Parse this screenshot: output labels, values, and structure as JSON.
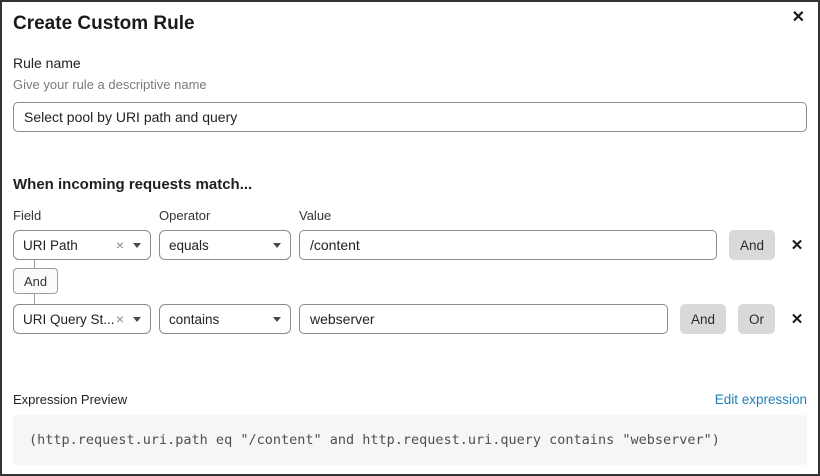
{
  "modal": {
    "title": "Create Custom Rule"
  },
  "icons": {
    "close": "✕",
    "remove_row": "✕",
    "clear_selection": "×"
  },
  "rule_name": {
    "label": "Rule name",
    "description": "Give your rule a descriptive name",
    "value": "Select pool by URI path and query"
  },
  "match_section": {
    "heading": "When incoming requests match...",
    "columns": {
      "field": "Field",
      "operator": "Operator",
      "value": "Value"
    },
    "connector_label": "And",
    "rows": [
      {
        "field": "URI Path",
        "operator": "equals",
        "value": "/content",
        "and_label": "And"
      },
      {
        "field": "URI Query St...",
        "operator": "contains",
        "value": "webserver",
        "and_label": "And",
        "or_label": "Or"
      }
    ]
  },
  "expression": {
    "label": "Expression Preview",
    "edit_link": "Edit expression",
    "code": "(http.request.uri.path eq \"/content\" and http.request.uri.query contains \"webserver\")"
  },
  "colors": {
    "link_blue": "#2180bd",
    "logic_button_gray": "#d9d9d9",
    "code_background": "#f6f6f7",
    "border_gray": "#8b8b8b"
  }
}
